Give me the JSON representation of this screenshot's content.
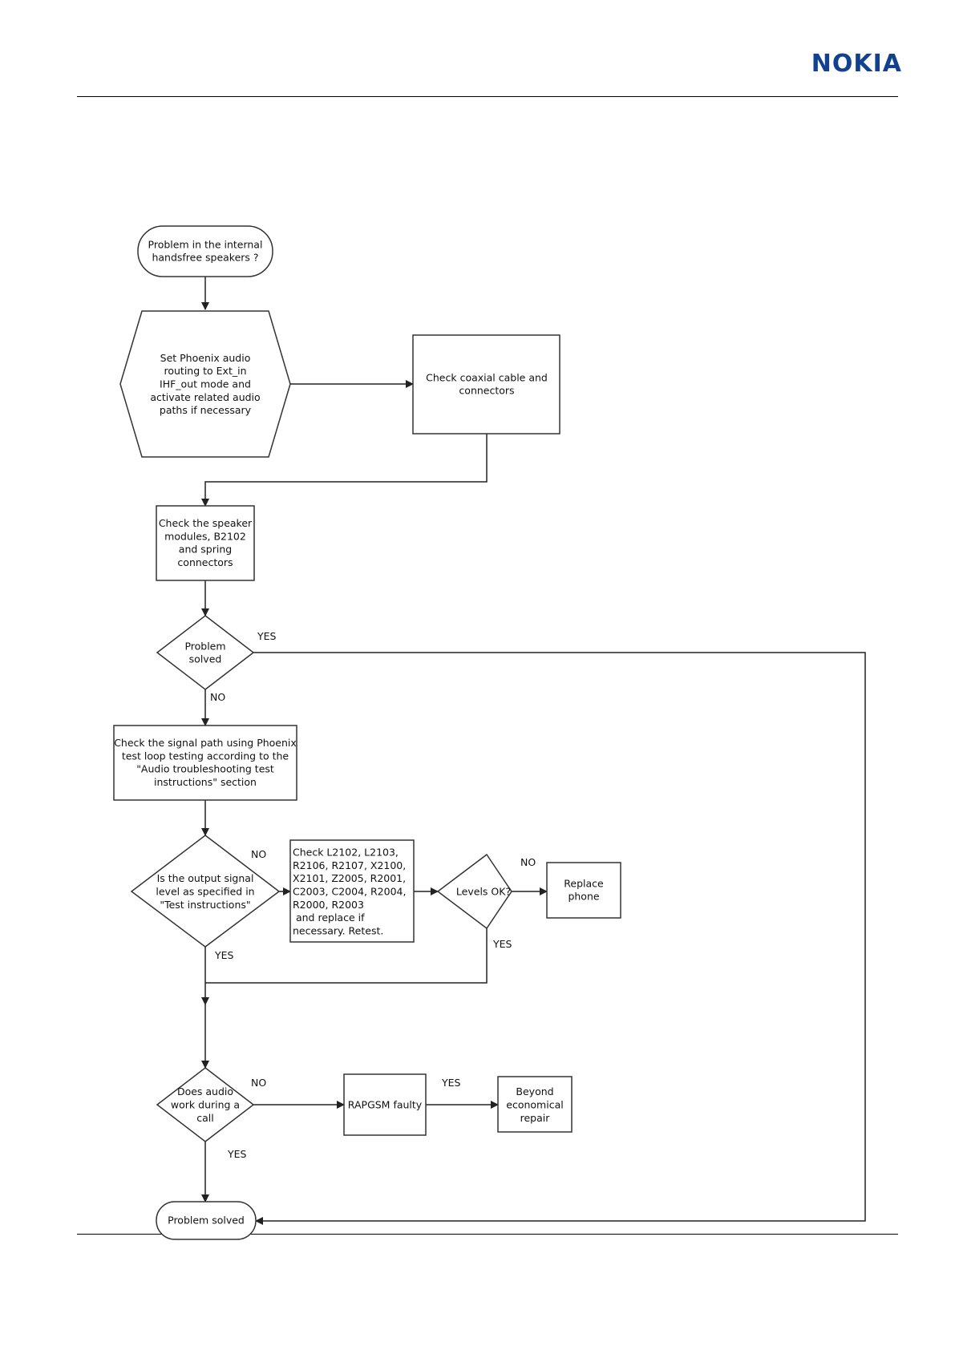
{
  "header": {
    "logo_text": "NOKIA",
    "logo_color": "#124191"
  },
  "nodes": {
    "start": [
      "Problem in the internal",
      "handsfree speakers ?"
    ],
    "set_phoenix": [
      "Set Phoenix audio",
      "routing to Ext_in",
      "IHF_out mode and",
      "activate related audio",
      "paths if necessary"
    ],
    "check_coax": [
      "Check coaxial cable and",
      "connectors"
    ],
    "check_speaker": [
      "Check the speaker",
      "modules, B2102",
      "and spring",
      "connectors"
    ],
    "problem_solved_q": [
      "Problem",
      "solved"
    ],
    "check_signal": [
      "Check the signal path using Phoenix",
      "test loop testing according to the",
      "\"Audio troubleshooting test",
      "instructions\" section"
    ],
    "output_level_q": [
      "Is the output signal",
      "level as specified in",
      "\"Test instructions\""
    ],
    "check_components": [
      "Check L2102, L2103,",
      "R2106, R2107, X2100,",
      "X2101, Z2005, R2001,",
      "C2003, C2004, R2004,",
      "R2000, R2003",
      " and replace if",
      "necessary. Retest."
    ],
    "levels_ok_q": [
      "Levels OK?"
    ],
    "replace_phone": [
      "Replace",
      "phone"
    ],
    "audio_call_q": [
      "Does audio",
      "work during a",
      "call"
    ],
    "rapgsm_faulty": [
      "RAPGSM faulty"
    ],
    "beyond_repair": [
      "Beyond",
      "economical",
      "repair"
    ],
    "problem_solved_end": [
      "Problem solved"
    ]
  },
  "edge_labels": {
    "yes_problem_solved": "YES",
    "no_problem_solved": "NO",
    "no_output_level": "NO",
    "yes_output_level": "YES",
    "no_levels_ok": "NO",
    "yes_levels_ok": "YES",
    "no_audio_call": "NO",
    "yes_audio_call": "YES",
    "yes_rapgsm": "YES"
  }
}
